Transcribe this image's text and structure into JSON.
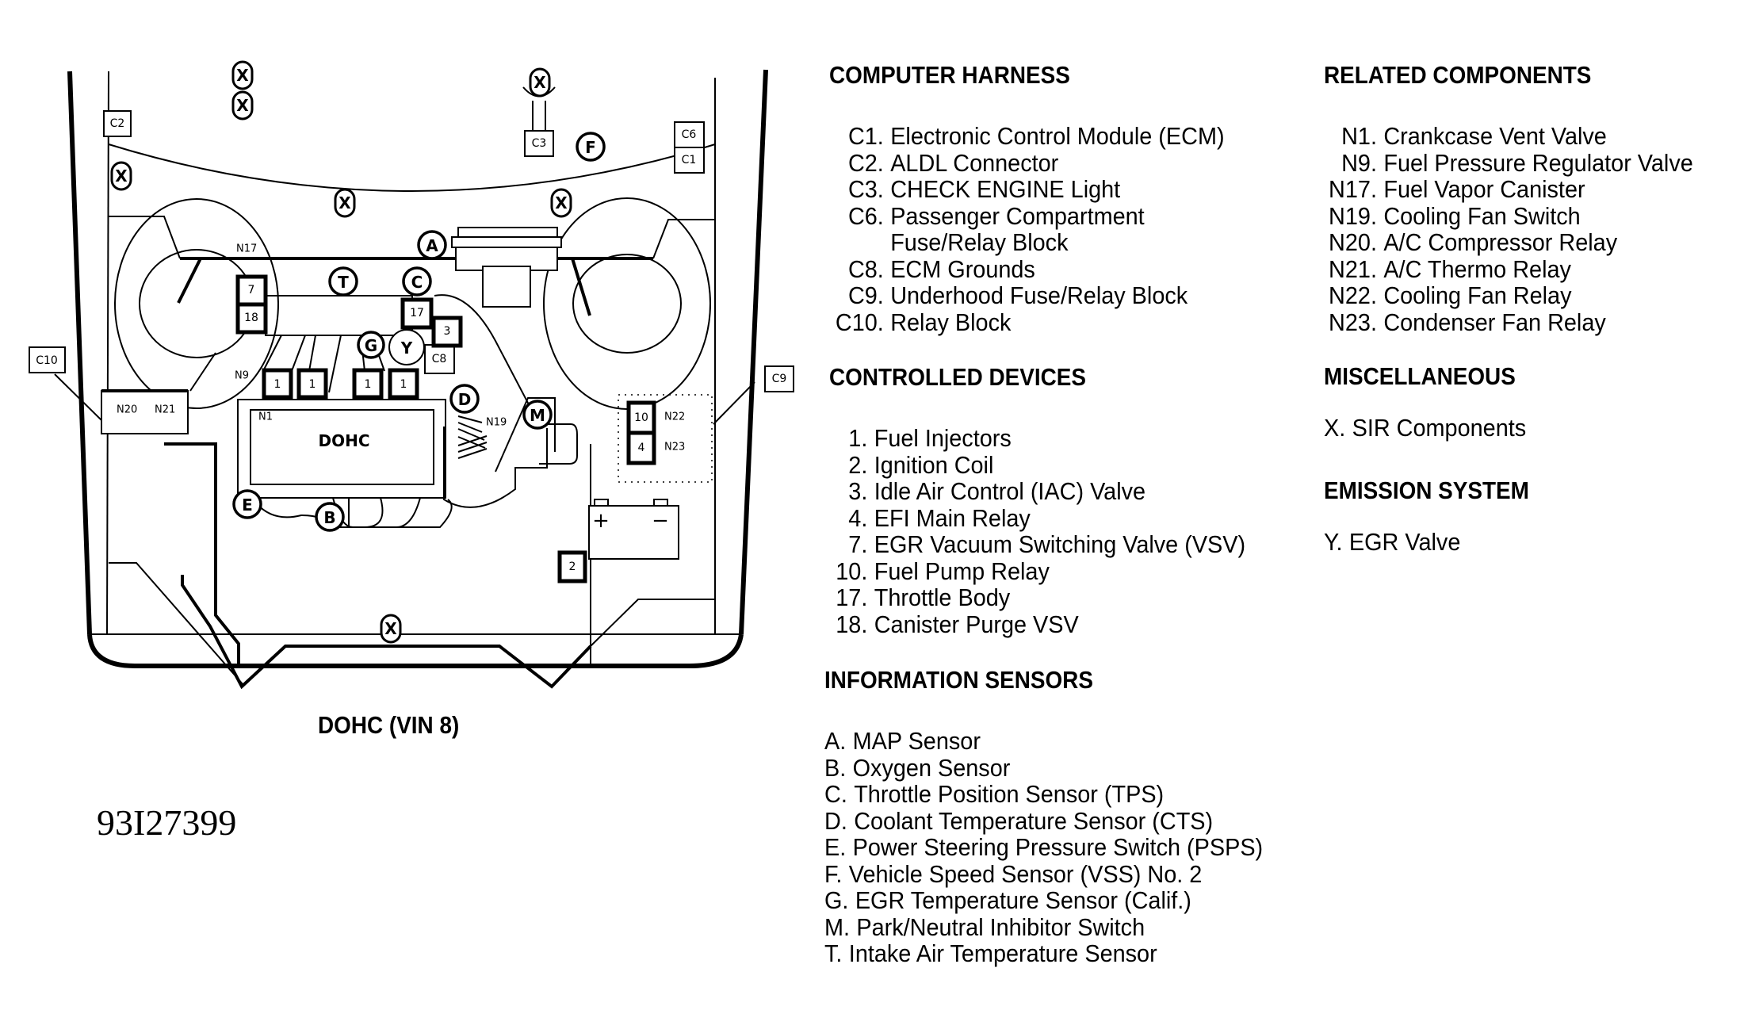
{
  "diagram": {
    "caption": "DOHC (VIN 8)",
    "figure_number": "93I27399",
    "engine_label": "DOHC",
    "callouts": {
      "X": "X",
      "A": "A",
      "B": "B",
      "C": "C",
      "D": "D",
      "E": "E",
      "F": "F",
      "G": "G",
      "M": "M",
      "T": "T",
      "Y": "Y"
    },
    "boxes": {
      "C1": "C1",
      "C2": "C2",
      "C3": "C3",
      "C6": "C6",
      "C8": "C8",
      "C9": "C9",
      "C10": "C10",
      "d1": "1",
      "d2": "2",
      "d3": "3",
      "d4": "4",
      "d7": "7",
      "d10": "10",
      "d17": "17",
      "d18": "18"
    },
    "tags": {
      "N1": "N1",
      "N9": "N9",
      "N17": "N17",
      "N19": "N19",
      "N20": "N20",
      "N21": "N21",
      "N22": "N22",
      "N23": "N23"
    },
    "battery": {
      "plus": "+",
      "minus": "−"
    }
  },
  "legend": {
    "computer_harness": {
      "title": "COMPUTER HARNESS",
      "items": [
        {
          "code": "C1.",
          "text": "Electronic Control Module (ECM)"
        },
        {
          "code": "C2.",
          "text": "ALDL Connector"
        },
        {
          "code": "C3.",
          "text": "CHECK ENGINE Light"
        },
        {
          "code": "C6.",
          "text": "Passenger Compartment",
          "cont": "Fuse/Relay Block"
        },
        {
          "code": "C8.",
          "text": "ECM Grounds"
        },
        {
          "code": "C9.",
          "text": "Underhood Fuse/Relay Block"
        },
        {
          "code": "C10.",
          "text": "Relay Block"
        }
      ]
    },
    "controlled_devices": {
      "title": "CONTROLLED DEVICES",
      "items": [
        {
          "code": "1.",
          "text": "Fuel Injectors"
        },
        {
          "code": "2.",
          "text": "Ignition Coil"
        },
        {
          "code": "3.",
          "text": "Idle Air Control (IAC) Valve"
        },
        {
          "code": "4.",
          "text": "EFI Main Relay"
        },
        {
          "code": "7.",
          "text": "EGR Vacuum Switching Valve (VSV)"
        },
        {
          "code": "10.",
          "text": "Fuel Pump Relay"
        },
        {
          "code": "17.",
          "text": "Throttle Body"
        },
        {
          "code": "18.",
          "text": "Canister Purge VSV"
        }
      ]
    },
    "information_sensors": {
      "title": "INFORMATION SENSORS",
      "items": [
        {
          "code": "A.",
          "text": "MAP Sensor"
        },
        {
          "code": "B.",
          "text": "Oxygen Sensor"
        },
        {
          "code": "C.",
          "text": "Throttle Position Sensor (TPS)"
        },
        {
          "code": "D.",
          "text": "Coolant Temperature Sensor (CTS)"
        },
        {
          "code": "E.",
          "text": "Power Steering Pressure Switch (PSPS)"
        },
        {
          "code": "F.",
          "text": "Vehicle Speed Sensor (VSS) No. 2"
        },
        {
          "code": "G.",
          "text": "EGR Temperature Sensor (Calif.)"
        },
        {
          "code": "M.",
          "text": "Park/Neutral Inhibitor Switch"
        },
        {
          "code": "T.",
          "text": "Intake Air Temperature Sensor"
        }
      ]
    },
    "related_components": {
      "title": "RELATED COMPONENTS",
      "items": [
        {
          "code": "N1.",
          "text": "Crankcase Vent Valve"
        },
        {
          "code": "N9.",
          "text": "Fuel Pressure Regulator Valve"
        },
        {
          "code": "N17.",
          "text": "Fuel Vapor Canister"
        },
        {
          "code": "N19.",
          "text": "Cooling Fan Switch"
        },
        {
          "code": "N20.",
          "text": "A/C Compressor Relay"
        },
        {
          "code": "N21.",
          "text": "A/C Thermo Relay"
        },
        {
          "code": "N22.",
          "text": "Cooling Fan Relay"
        },
        {
          "code": "N23.",
          "text": "Condenser Fan Relay"
        }
      ]
    },
    "miscellaneous": {
      "title": "MISCELLANEOUS",
      "items": [
        {
          "code": "X.",
          "text": "SIR Components"
        }
      ]
    },
    "emission_system": {
      "title": "EMISSION SYSTEM",
      "items": [
        {
          "code": "Y.",
          "text": "EGR Valve"
        }
      ]
    }
  }
}
